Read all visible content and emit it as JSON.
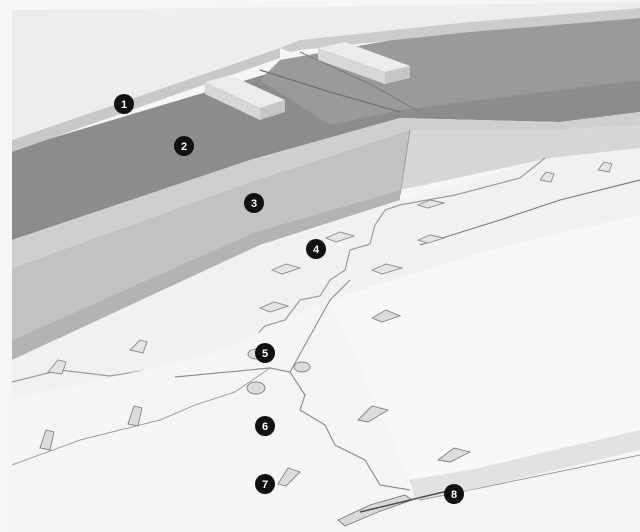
{
  "callouts": [
    {
      "id": "1",
      "label": "1"
    },
    {
      "id": "2",
      "label": "2"
    },
    {
      "id": "3",
      "label": "3"
    },
    {
      "id": "4",
      "label": "4"
    },
    {
      "id": "5",
      "label": "5"
    },
    {
      "id": "6",
      "label": "6"
    },
    {
      "id": "7",
      "label": "7"
    },
    {
      "id": "8",
      "label": "8"
    }
  ],
  "colors": {
    "board_top": "#eeeeee",
    "board_edge": "#c9c9c9",
    "batten": "#e6e6e6",
    "underlay_dark": "#8a8a8a",
    "underlay_mid": "#a8a8a8",
    "foam_top": "#dcdcdc",
    "foam_face": "#c4c4c4",
    "puzzle_panel": "#f0f0f0",
    "puzzle_lines": "#9a9a9a",
    "callout_fill": "#111111",
    "callout_text": "#ffffff"
  }
}
